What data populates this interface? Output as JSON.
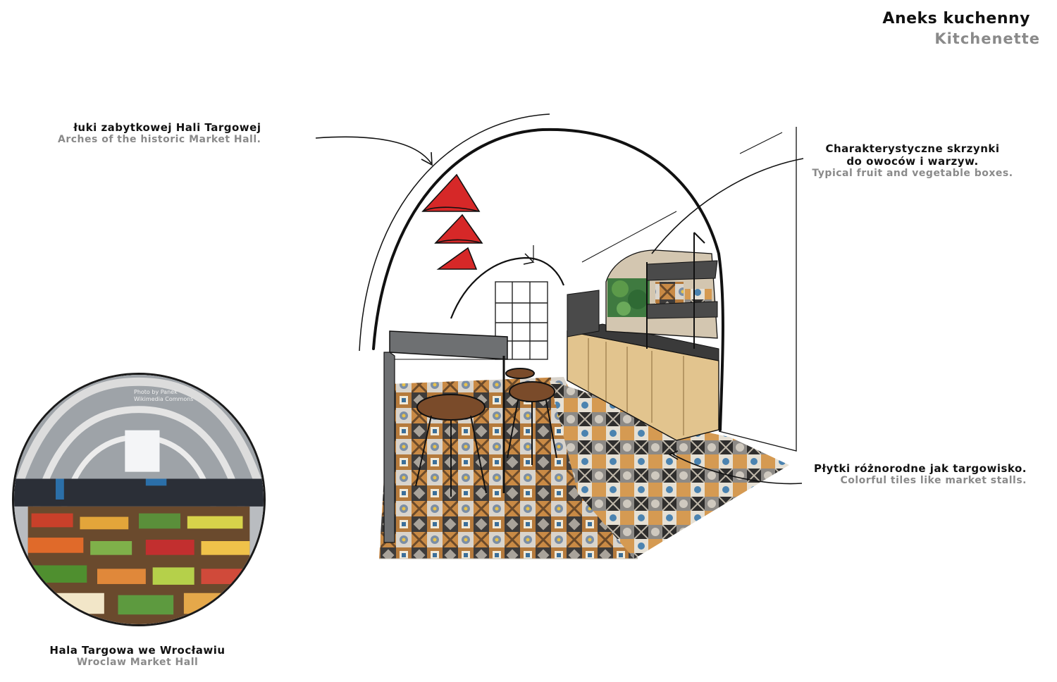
{
  "title": {
    "polish": "Aneks kuchenny",
    "english": "Kitchenette"
  },
  "annotations": {
    "arches": {
      "polish": "łuki zabytkowej Hali Targowej",
      "english": "Arches of the historic Market Hall."
    },
    "boxes": {
      "polish_line1": "Charakterystyczne skrzynki",
      "polish_line2": "do owoców i warzyw.",
      "english": "Typical fruit and vegetable boxes."
    },
    "tiles": {
      "polish": "Płytki różnorodne jak targowisko.",
      "english": "Colorful tiles like market stalls."
    },
    "photo": {
      "polish": "Hala Targowa we Wrocławiu",
      "english": "Wroclaw Market Hall"
    }
  },
  "photo_credit": {
    "line1": "Photo by Panek",
    "line2": "Wikimedia Commons"
  },
  "colors": {
    "ink": "#111111",
    "english_text": "#8a8a8a",
    "lamp_red": "#d62828",
    "plywood": "#e2c48e",
    "shelf_grey": "#4a4a4a",
    "table_grey": "#6e7072"
  }
}
